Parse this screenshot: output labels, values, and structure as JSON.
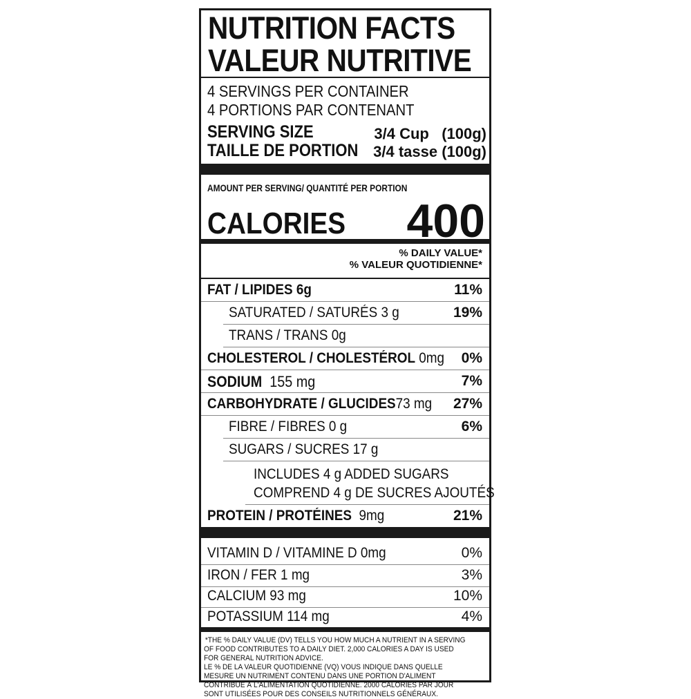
{
  "title": {
    "line1": "NUTRITION FACTS",
    "line2": "VALEUR NUTRITIVE"
  },
  "servings": {
    "line1": "4 SERVINGS PER CONTAINER",
    "line2": "4 PORTIONS PAR CONTENANT"
  },
  "serving_size": {
    "label_en": "SERVING SIZE",
    "label_fr": "TAILLE DE PORTION",
    "value_en": "3/4 Cup   (100g)",
    "value_fr": "3/4 tasse (100g)"
  },
  "amount_per_serving": "AMOUNT PER SERVING/ QUANTITÉ PER PORTION",
  "calories": {
    "label": "CALORIES",
    "value": "400"
  },
  "daily_value": {
    "line1": "% DAILY VALUE*",
    "line2": "% VALEUR QUOTIDIENNE*"
  },
  "nutrients": {
    "fat": {
      "label": "FAT / LIPIDES",
      "amount": "6g",
      "pct": "11%"
    },
    "saturated": {
      "label": "SATURATED / SATURÉS 3 g",
      "pct": "19%"
    },
    "trans": {
      "label": "TRANS / TRANS 0g"
    },
    "cholesterol": {
      "label": "CHOLESTEROL / CHOLESTÉROL",
      "amount": "0mg",
      "pct": "0%"
    },
    "sodium": {
      "label": "SODIUM",
      "amount": "155 mg",
      "pct": "7%"
    },
    "carbohydrate": {
      "label": "CARBOHYDRATE / GLUCIDES",
      "amount": "73 mg",
      "pct": "27%"
    },
    "fibre": {
      "label": "FIBRE / FIBRES  0 g",
      "pct": "6%"
    },
    "sugars": {
      "label": "SUGARS / SUCRES 17 g"
    },
    "added_sugars": {
      "line1": "INCLUDES  4 g ADDED SUGARS",
      "line2": "COMPREND 4 g DE SUCRES AJOUTÉS"
    },
    "protein": {
      "label": "PROTEIN / PROTÉINES",
      "amount": "9mg",
      "pct": "21%"
    }
  },
  "vitamins": {
    "vitamin_d": {
      "label": "VITAMIN D / VITAMINE D 0mg",
      "pct": "0%"
    },
    "iron": {
      "label": "IRON / FER  1 mg",
      "pct": "3%"
    },
    "calcium": {
      "label": "CALCIUM 93 mg",
      "pct": "10%"
    },
    "potassium": {
      "label": "POTASSIUM 114 mg",
      "pct": "4%"
    }
  },
  "footnote": {
    "en": "*THE % DAILY VALUE (DV) TELLS YOU HOW MUCH A NUTRIENT IN A SERVING OF FOOD CONTRIBUTES TO A DAILY DIET. 2,000 CALORIES A DAY IS USED FOR GENERAL NUTRITION ADVICE.",
    "fr": "LE % DE LA VALEUR QUOTIDIENNE (VQ) VOUS INDIQUE DANS QUELLE MESURE UN NUTRIMENT CONTENU DANS UNE PORTION D'ALIMENT CONTRIBUE À L'ALIMENTATION QUOTIDIENNE. 2000 CALORIES PAR JOUR SONT UTILISÉES POUR DES CONSEILS NUTRITIONNELS GÉNÉRAUX."
  }
}
